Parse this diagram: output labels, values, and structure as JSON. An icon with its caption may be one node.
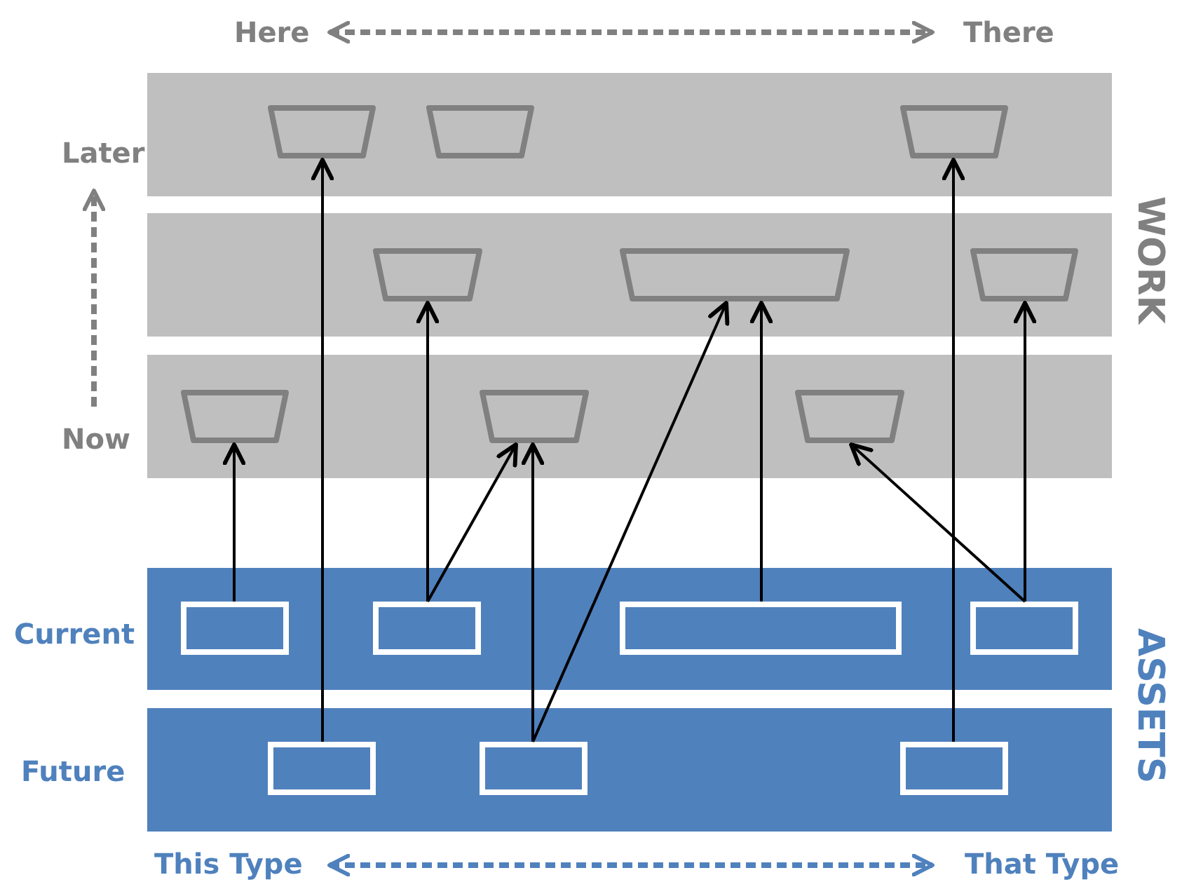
{
  "diagram": {
    "nodes": [
      {
        "text": [],
        "shape": "bar"
      },
      {
        "text": [],
        "shape": "trapezoid",
        "in": 0
      },
      {
        "text": [],
        "shape": "trapezoid",
        "in": 0
      },
      {
        "text": [],
        "shape": "trapezoid",
        "in": 0
      },
      {
        "text": [],
        "shape": "bar"
      },
      {
        "text": [],
        "shape": "trapezoid",
        "in": 4
      },
      {
        "text": [],
        "shape": "trapezoid",
        "in": 4
      },
      {
        "text": [],
        "shape": "trapezoid",
        "in": 4
      },
      {
        "text": [],
        "shape": "bar"
      },
      {
        "text": [],
        "shape": "trapezoid",
        "in": 8
      },
      {
        "text": [],
        "shape": "trapezoid",
        "in": 8
      },
      {
        "text": [],
        "shape": "trapezoid",
        "in": 8
      },
      {
        "text": [],
        "shape": "bar"
      },
      {
        "text": [],
        "shape": "box",
        "in": 12
      },
      {
        "text": [],
        "shape": "box",
        "in": 12
      },
      {
        "text": [],
        "shape": "box",
        "in": 12
      },
      {
        "text": [],
        "shape": "box",
        "in": 12
      },
      {
        "text": [],
        "shape": "bar"
      },
      {
        "text": [],
        "shape": "box",
        "in": 17
      },
      {
        "text": [],
        "shape": "box",
        "in": 17
      },
      {
        "text": [],
        "shape": "box",
        "in": 17
      }
    ],
    "edges": [
      {
        "from": 13,
        "to": 9,
        "arrow": "to"
      },
      {
        "from": 14,
        "to": 5,
        "arrow": "to"
      },
      {
        "from": 14,
        "to": 10,
        "arrow": "to"
      },
      {
        "from": 18,
        "to": 1,
        "arrow": "to"
      },
      {
        "from": 19,
        "to": 10,
        "arrow": "to"
      },
      {
        "from": 19,
        "to": 6,
        "arrow": "to"
      },
      {
        "from": 15,
        "to": 6,
        "arrow": "to"
      },
      {
        "from": 16,
        "to": 11,
        "arrow": "to"
      },
      {
        "from": 16,
        "to": 7,
        "arrow": "to"
      },
      {
        "from": 20,
        "to": 3,
        "arrow": "to"
      }
    ],
    "labels": [
      "Here",
      "There",
      "Later",
      "WORK",
      "Now",
      "Current",
      "ASSETS",
      "Future",
      "This Type",
      "That Type"
    ]
  }
}
